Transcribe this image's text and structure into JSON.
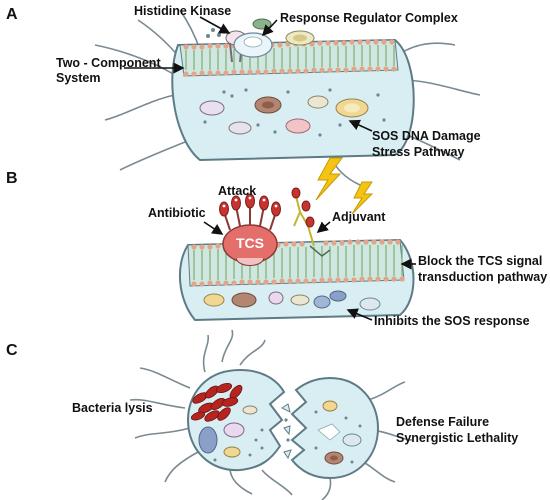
{
  "panels": [
    {
      "letter": "A"
    },
    {
      "letter": "B"
    },
    {
      "letter": "C"
    }
  ],
  "labels": {
    "histidine_kinase": "Histidine Kinase",
    "response_regulator": "Response Regulator Complex",
    "two_component_line1": "Two - Component",
    "two_component_line2": "System",
    "sos_line1": "SOS DNA Damage",
    "sos_line2": "Stress Pathway",
    "attack": "Attack",
    "antibiotic": "Antibiotic",
    "tcs": "TCS",
    "adjuvant": "Adjuvant",
    "block_line1": "Block the TCS signal",
    "block_line2": "transduction pathway",
    "inhibits_sos": "Inhibits the SOS response",
    "bacteria_lysis": "Bacteria lysis",
    "defense_line1": "Defense Failure",
    "defense_line2": "Synergistic Lethality"
  },
  "colors": {
    "cytoplasm": "#d9eef3",
    "membrane_outline": "#5d7b86",
    "lipid_head": "#e3a58a",
    "lipid_tail": "#7fae7c",
    "tcs_body": "#e46f6a",
    "antibiotic_red": "#c8322f",
    "lightning": "#f4c414",
    "lysis_red": "#b5241f"
  }
}
